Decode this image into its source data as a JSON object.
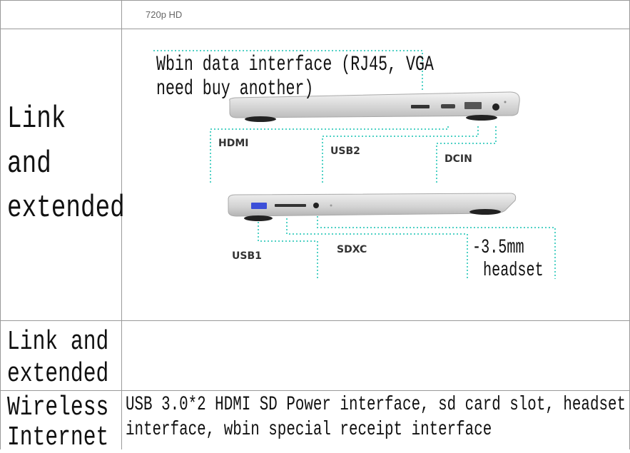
{
  "rows": [
    {
      "label": "",
      "value": "720p HD"
    },
    {
      "label_lines": [
        "Link",
        "and",
        "extended"
      ]
    },
    {
      "label_lines": [
        "Link and",
        "extended"
      ],
      "value": ""
    },
    {
      "label_lines": [
        "Wireless",
        "Internet"
      ],
      "value_lines": [
        "USB 3.0*2 HDMI SD Power interface, sd card slot, headset",
        "interface, wbin special receipt interface"
      ]
    }
  ],
  "diagram": {
    "annotation_lines": [
      "Wbin data interface (RJ45, VGA",
      "need buy another)"
    ],
    "ports_top": [
      "HDMI",
      "USB2",
      "DCIN"
    ],
    "ports_bottom": [
      "USB1",
      "SDXC"
    ],
    "headset_lines": [
      "-3.5mm",
      "headset"
    ],
    "dotted_color": "#4fd1c5",
    "usb1_port_color": "#3c4fd8"
  }
}
